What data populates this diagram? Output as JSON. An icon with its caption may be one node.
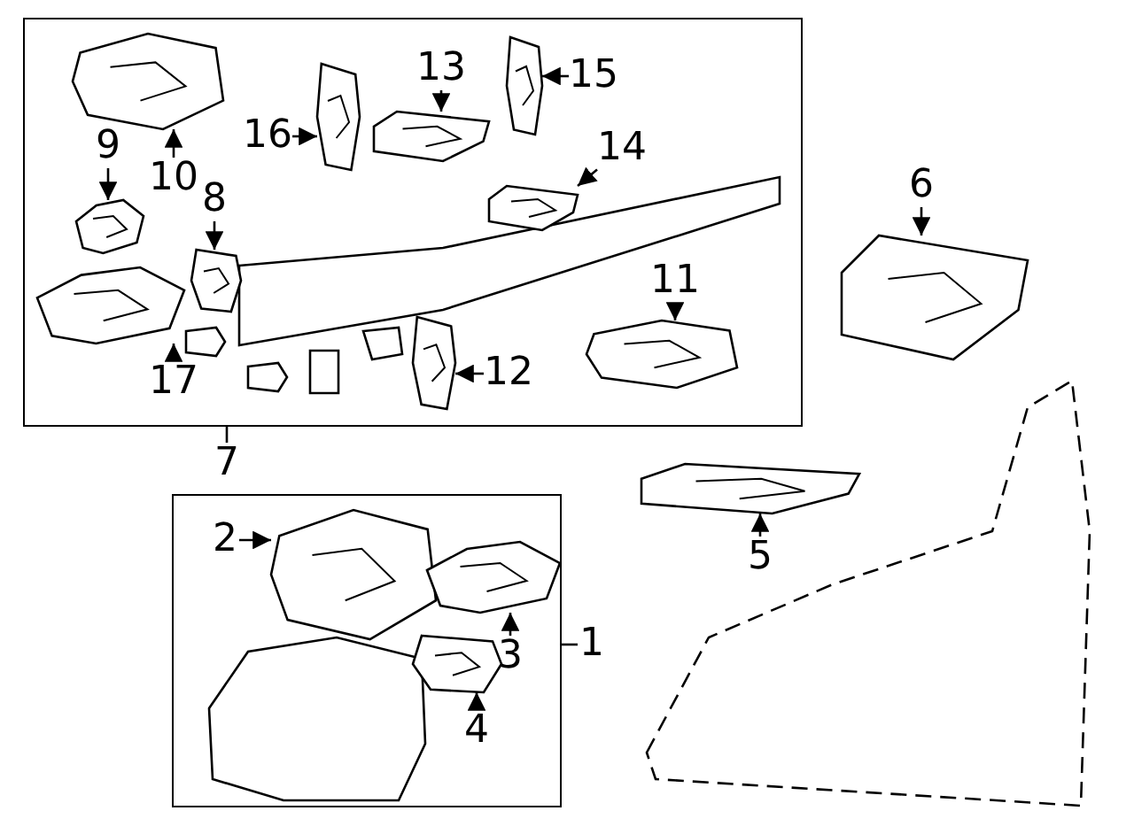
{
  "diagram": {
    "nodes": [
      {
        "text": [],
        "shape": "box"
      },
      {
        "text": [
          "10"
        ],
        "in": 0
      },
      {
        "text": [],
        "shape": "picture",
        "in": 0
      },
      {
        "text": [
          "16"
        ],
        "in": 0
      },
      {
        "text": [],
        "shape": "picture",
        "in": 0
      },
      {
        "text": [
          "13"
        ],
        "in": 0
      },
      {
        "text": [],
        "shape": "picture",
        "in": 0
      },
      {
        "text": [
          "15"
        ],
        "in": 0
      },
      {
        "text": [],
        "shape": "picture",
        "in": 0
      },
      {
        "text": [
          "9"
        ],
        "in": 0
      },
      {
        "text": [],
        "shape": "picture",
        "in": 0
      },
      {
        "text": [
          "8"
        ],
        "in": 0
      },
      {
        "text": [],
        "shape": "picture",
        "in": 0
      },
      {
        "text": [
          "14"
        ],
        "in": 0
      },
      {
        "text": [],
        "shape": "picture",
        "in": 0
      },
      {
        "text": [
          "11"
        ],
        "in": 0
      },
      {
        "text": [],
        "shape": "picture",
        "in": 0
      },
      {
        "text": [
          "17"
        ],
        "in": 0
      },
      {
        "text": [],
        "shape": "picture",
        "in": 0
      },
      {
        "text": [
          "12"
        ],
        "in": 0
      },
      {
        "text": [],
        "shape": "picture",
        "in": 0
      },
      {
        "text": [
          "6"
        ]
      },
      {
        "text": [],
        "shape": "picture"
      },
      {
        "text": [
          "7"
        ]
      },
      {
        "text": [],
        "shape": "box"
      },
      {
        "text": [
          "2"
        ],
        "in": 24
      },
      {
        "text": [],
        "shape": "picture",
        "in": 24
      },
      {
        "text": [
          "5"
        ]
      },
      {
        "text": [],
        "shape": "picture"
      },
      {
        "text": [
          "1"
        ]
      },
      {
        "text": [
          "3"
        ],
        "in": 24
      },
      {
        "text": [],
        "shape": "picture",
        "in": 24
      },
      {
        "text": [
          "4"
        ],
        "in": 24
      },
      {
        "text": [],
        "shape": "picture",
        "in": 24
      }
    ],
    "edges": [
      {
        "from": 1,
        "to": 2,
        "arrow": "to"
      },
      {
        "from": 3,
        "to": 4,
        "arrow": "to"
      },
      {
        "from": 5,
        "to": 6,
        "arrow": "to"
      },
      {
        "from": 7,
        "to": 8,
        "arrow": "to"
      },
      {
        "from": 9,
        "to": 10,
        "arrow": "to"
      },
      {
        "from": 11,
        "to": 12,
        "arrow": "to"
      },
      {
        "from": 13,
        "to": 14,
        "arrow": "to"
      },
      {
        "from": 15,
        "to": 16,
        "arrow": "to"
      },
      {
        "from": 17,
        "to": 18,
        "arrow": "to"
      },
      {
        "from": 19,
        "to": 20,
        "arrow": "to"
      },
      {
        "from": 21,
        "to": 22,
        "arrow": "to"
      },
      {
        "from": 23,
        "to": 0,
        "arrow": "none"
      },
      {
        "from": 25,
        "to": 26,
        "arrow": "to"
      },
      {
        "from": 27,
        "to": 28,
        "arrow": "to"
      },
      {
        "from": 29,
        "to": 24,
        "arrow": "none"
      },
      {
        "from": 30,
        "to": 31,
        "arrow": "to"
      },
      {
        "from": 32,
        "to": 33,
        "arrow": "to"
      }
    ]
  }
}
